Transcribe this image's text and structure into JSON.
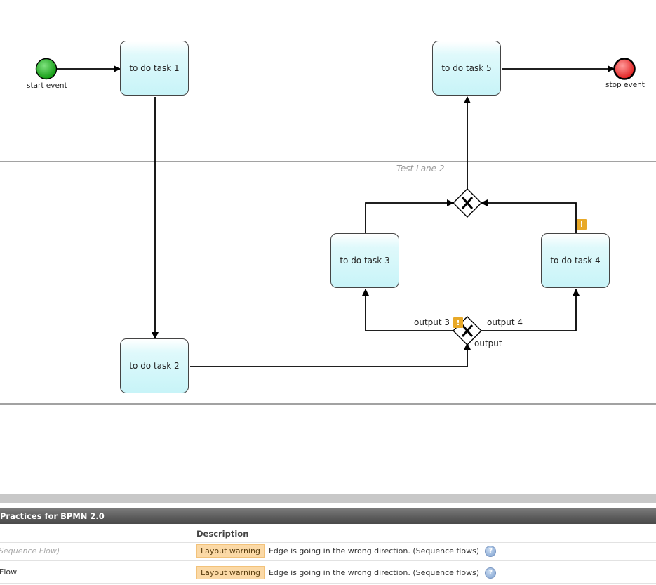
{
  "diagram": {
    "lane2_title": "Test Lane 2",
    "start_event_label": "start event",
    "stop_event_label": "stop event",
    "tasks": {
      "task1": "to do task 1",
      "task2": "to do task 2",
      "task3": "to do task 3",
      "task4": "to do task 4",
      "task5": "to do task 5"
    },
    "flow_labels": {
      "output3": "output 3",
      "output4": "output 4",
      "output": "output"
    },
    "warning_glyph": "!",
    "gateway_glyph": "X",
    "colors": {
      "start_event": "#22a822",
      "stop_event": "#ee2b2b",
      "task_fill": "#d8f8fb",
      "warning": "#e8a928"
    }
  },
  "panel": {
    "title": "Practices for BPMN 2.0",
    "col_description": "Description",
    "rows": [
      {
        "element": "Sequence Flow)",
        "badge": "Layout warning",
        "text": "Edge is going in the wrong direction. (Sequence flows)",
        "help_icon": "?"
      },
      {
        "element": "Flow",
        "badge": "Layout warning",
        "text": "Edge is going in the wrong direction. (Sequence flows)",
        "help_icon": "?"
      }
    ]
  }
}
